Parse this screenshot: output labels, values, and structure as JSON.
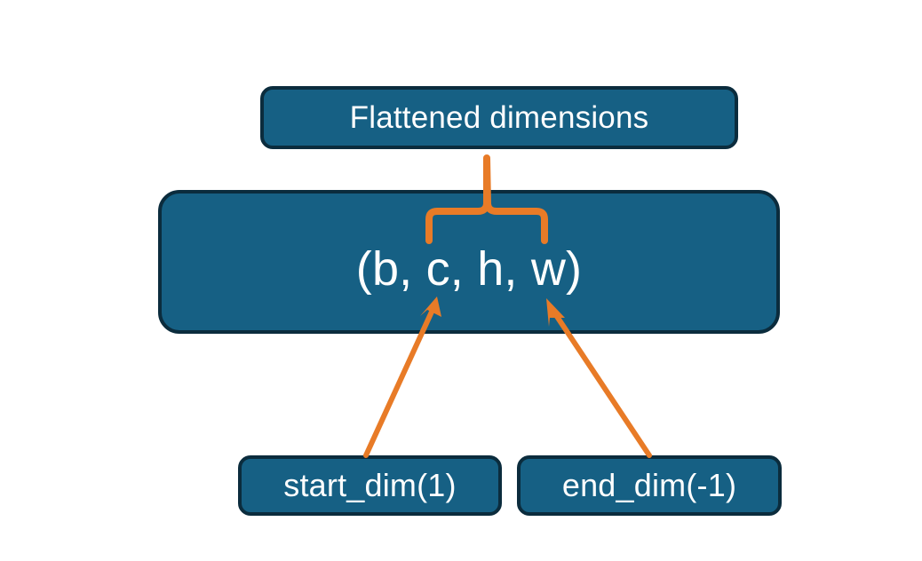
{
  "diagram": {
    "title_text": "Flattened dimensions",
    "background_color": "#ffffff",
    "node_fill_color": "#166084",
    "node_border_color": "#0b2c3d",
    "node_text_color": "#ffffff",
    "annotation_color": "#e87b27",
    "nodes": {
      "flattened": {
        "label": "Flattened dimensions"
      },
      "shape": {
        "label": "(b, c, h, w)"
      },
      "start_dim": {
        "label": "start_dim(1)"
      },
      "end_dim": {
        "label": "end_dim(-1)"
      }
    },
    "annotations": {
      "brace": {
        "name": "flattened-range-brace",
        "description": "curly brace spanning c, h, w pointing up to Flattened dimensions"
      },
      "arrow_start": {
        "name": "start-dim-arrow",
        "description": "arrow from start_dim(1) to the c element of the tuple"
      },
      "arrow_end": {
        "name": "end-dim-arrow",
        "description": "arrow from end_dim(-1) to the w element of the tuple"
      }
    }
  }
}
